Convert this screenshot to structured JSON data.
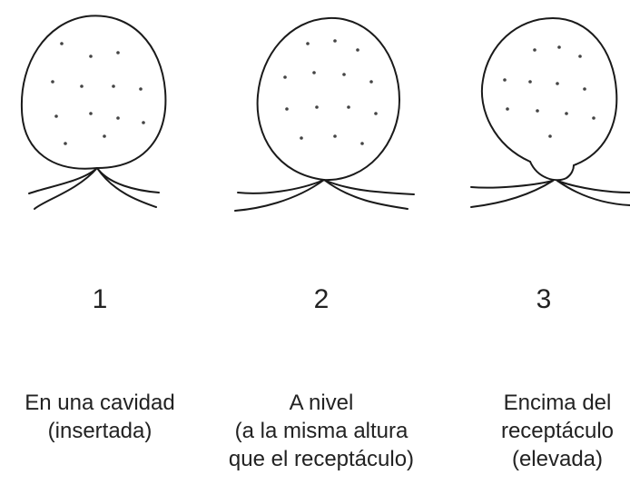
{
  "panels": [
    {
      "number": "1",
      "caption": [
        "En una cavidad",
        "(insertada)"
      ],
      "icon": "strawberry-inserted-in-cavity-icon"
    },
    {
      "number": "2",
      "caption": [
        "A nivel",
        "(a la misma altura",
        "que el receptáculo)"
      ],
      "icon": "strawberry-level-with-receptacle-icon"
    },
    {
      "number": "3",
      "caption": [
        "Encima del",
        "receptáculo",
        "(elevada)"
      ],
      "icon": "strawberry-raised-above-receptacle-icon"
    }
  ]
}
